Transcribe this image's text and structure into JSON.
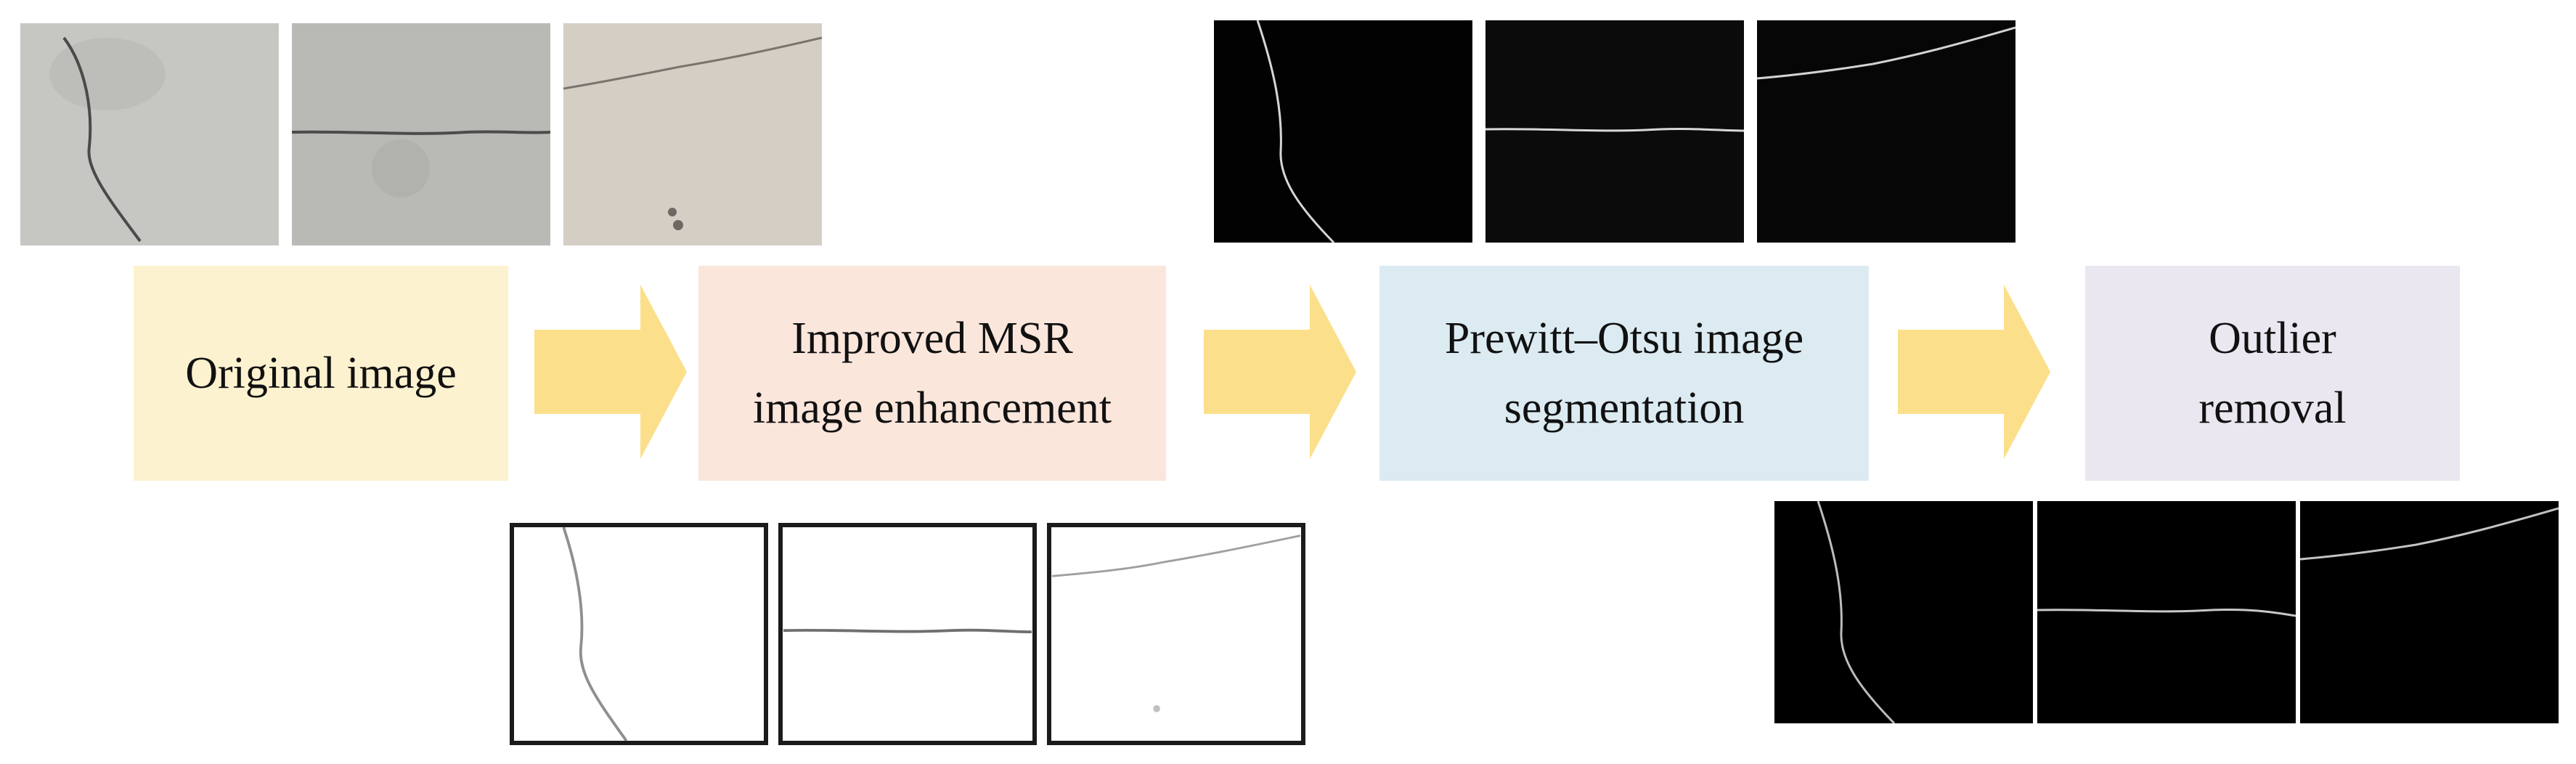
{
  "steps": [
    {
      "line1": "Original image",
      "line2": "",
      "color": "#fdf2cf"
    },
    {
      "line1": "Improved MSR",
      "line2": "image enhancement",
      "color": "#fbe6dc"
    },
    {
      "line1": "Prewitt–Otsu image",
      "line2": "segmentation",
      "color": "#dcebf2"
    },
    {
      "line1": "Outlier",
      "line2": "removal",
      "color": "#eae7f0"
    }
  ],
  "arrow_color": "#fbdf8a",
  "image_rows": {
    "original": {
      "count": 3,
      "tone": "gray concrete photo"
    },
    "enhanced": {
      "count": 3,
      "tone": "white background, dark cracks, black frame"
    },
    "segmented": {
      "count": 3,
      "tone": "black background, light cracks"
    },
    "outlier_removed": {
      "count": 3,
      "tone": "black background, light cracks"
    }
  }
}
